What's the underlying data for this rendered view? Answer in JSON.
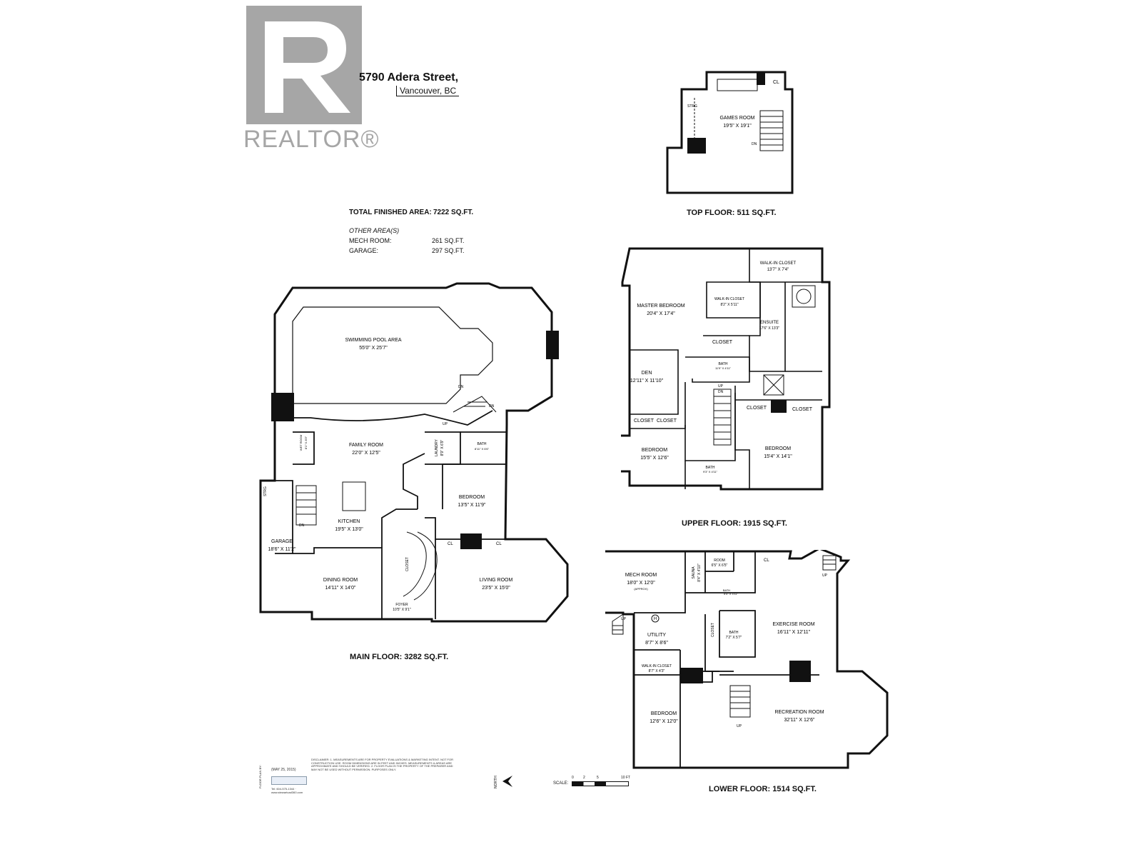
{
  "logo": {
    "wordmark": "REALTOR®",
    "icon": "realtor-r-logo-icon",
    "color": "#a6a6a6"
  },
  "address": {
    "street": "5790 Adera Street,",
    "city": "Vancouver, BC"
  },
  "areas": {
    "total_label": "TOTAL FINISHED AREA:",
    "total_value": "7222 SQ.FT.",
    "other_heading": "OTHER AREA(S)",
    "mech_label": "MECH ROOM:",
    "mech_value": "261 SQ.FT.",
    "garage_label": "GARAGE:",
    "garage_value": "297 SQ.FT."
  },
  "floors": {
    "top": "TOP FLOOR: 511 SQ.FT.",
    "upper": "UPPER FLOOR: 1915 SQ.FT.",
    "main": "MAIN FLOOR: 3282 SQ.FT.",
    "lower": "LOWER FLOOR: 1514 SQ.FT."
  },
  "rooms": {
    "top": {
      "games_name": "GAMES ROOM",
      "games_dim": "19'5\" X 19'1\"",
      "cl": "CL",
      "strg": "STRG",
      "dn": "DN"
    },
    "upper": {
      "walkin1_name": "WALK-IN CLOSET",
      "walkin1_dim": "13'7\" X 7'4\"",
      "master_name": "MASTER BEDROOM",
      "master_dim": "20'4\" X 17'4\"",
      "walkin2_name": "WALK-IN CLOSET",
      "walkin2_dim": "8'2\" X 5'11\"",
      "ensuite_name": "ENSUITE",
      "ensuite_dim": "17'6\" X 13'3\"",
      "closet_a": "CLOSET",
      "closet_b": "CLOSET",
      "closet_c": "CLOSET",
      "closet_d": "CLOSET",
      "closet_e": "CLOSET",
      "bath1_name": "BATH",
      "bath1_dim": "11'9\" X 4'11\"",
      "den_name": "DEN",
      "den_dim": "12'11\" X 11'10\"",
      "bed1_name": "BEDROOM",
      "bed1_dim": "15'5\" X 12'6\"",
      "bed2_name": "BEDROOM",
      "bed2_dim": "15'4\" X 14'1\"",
      "bath2_name": "BATH",
      "bath2_dim": "9'3\" X 4'11\"",
      "up": "UP",
      "dn": "DN"
    },
    "main": {
      "pool_name": "SWIMMING POOL AREA",
      "pool_dim": "55'0\" X 25'7\"",
      "family_name": "FAMILY ROOM",
      "family_dim": "22'0\" X 12'5\"",
      "wetbar_name": "WET ROOM",
      "wetbar_dim": "8'1\" X 8'3\"",
      "laundry_name": "LAUNDRY",
      "laundry_dim": "8'9\" X 6'9\"",
      "bath_name": "BATH",
      "bath_dim": "8'11\" X 6'6\"",
      "kitchen_name": "KITCHEN",
      "kitchen_dim": "19'5\" X 13'0\"",
      "bedroom_name": "BEDROOM",
      "bedroom_dim": "13'5\" X 11'9\"",
      "garage_name": "GARAGE",
      "garage_dim": "18'6\" X 11'2\"",
      "dining_name": "DINING ROOM",
      "dining_dim": "14'11\" X 14'0\"",
      "foyer_name": "FOYER",
      "foyer_dim": "10'5\" X 9'1\"",
      "living_name": "LIVING ROOM",
      "living_dim": "23'5\" X 15'0\"",
      "closet": "CLOSET",
      "cl1": "CL",
      "cl2": "CL",
      "strg": "STRG",
      "dn1": "DN",
      "dn2": "DN",
      "dn3": "DN",
      "up": "UP"
    },
    "lower": {
      "mech_name": "MECH ROOM",
      "mech_dim": "18'0\" X 12'0\"",
      "mech_note": "(APPROX)",
      "sauna_name": "SAUNA",
      "sauna_dim": "8'4\" X 4'10\"",
      "room_name": "ROOM",
      "room_dim": "6'5\" X 6'5\"",
      "cl": "CL",
      "bath1_name": "BATH",
      "bath1_dim": "5'4\" X 4'11\"",
      "exercise_name": "EXERCISE ROOM",
      "exercise_dim": "16'11\" X 12'11\"",
      "utility_name": "UTILITY",
      "utility_dim": "8'7\" X 8'6\"",
      "closet": "CLOSET",
      "bath2_name": "BATH",
      "bath2_dim": "7'2\" X 5'7\"",
      "walkin_name": "WALK-IN CLOSET",
      "walkin_dim": "8'7\" X 4'3\"",
      "bedroom_name": "BEDROOM",
      "bedroom_dim": "12'6\" X 12'0\"",
      "rec_name": "RECREATION ROOM",
      "rec_dim": "32'11\" X 12'6\"",
      "up1": "UP",
      "up2": "UP",
      "up3": "UP",
      "h": "H"
    }
  },
  "footer": {
    "date": "(MAY 25, 2015)",
    "north": "NORTH",
    "scale_label": "SCALE:",
    "scale_ticks": [
      "0",
      "2",
      "5",
      "10 FT"
    ],
    "disclaimer": "DISCLAIMER: 1. MEASUREMENTS ARE FOR PROPERTY EVALUATIONS & MARKETING INTENT. NOT FOR CONSTRUCTION USE. ROOM DIMENSIONS ARE IN FEET AND INCHES. MEASUREMENTS & AREAS ARE APPROXIMATE AND SHOULD BE VERIFIED. 2. FLOOR PLAN IS THE PROPERTY OF THE PREPARER AND MAY NOT BE USED WITHOUT PERMISSION. PURPOSES ONLY.",
    "contact": "Tel: 604-575-1344 · www.stewartcad360.com",
    "credit": "FLOOR PLAN BY:"
  }
}
